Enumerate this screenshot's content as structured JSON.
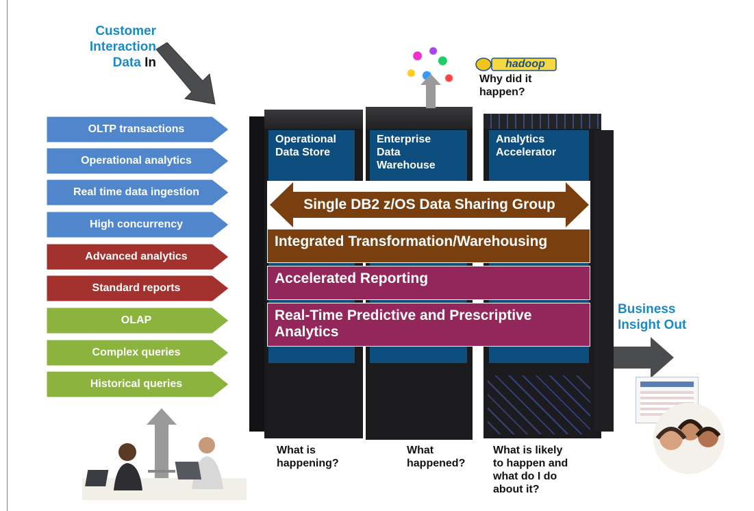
{
  "top_left": {
    "line1": "Customer",
    "line2": "Interaction",
    "line3_blue": "Data",
    "line3_black": "In"
  },
  "workloads": [
    {
      "label": "OLTP transactions",
      "color": "#4f86cc"
    },
    {
      "label": "Operational  analytics",
      "color": "#4f86cc"
    },
    {
      "label": "Real time data ingestion",
      "color": "#4f86cc"
    },
    {
      "label": "High concurrency",
      "color": "#4f86cc"
    },
    {
      "label": "Advanced analytics",
      "color": "#a3322e"
    },
    {
      "label": "Standard reports",
      "color": "#a3322e"
    },
    {
      "label": "OLAP",
      "color": "#8cb33d"
    },
    {
      "label": "Complex queries",
      "color": "#8cb33d"
    },
    {
      "label": "Historical queries",
      "color": "#8cb33d"
    }
  ],
  "hadoop": {
    "logo": "hadoop",
    "caption_l1": "Why did it",
    "caption_l2": "happen?"
  },
  "panels": {
    "ods": {
      "l1": "Operational",
      "l2": "Data Store"
    },
    "edw": {
      "l1": "Enterprise",
      "l2": "Data",
      "l3": "Warehouse"
    },
    "aa": {
      "l1": "Analytics",
      "l2": "Accelerator"
    }
  },
  "bands": {
    "sharing": "Single DB2 z/OS Data Sharing Group",
    "transform": "Integrated Transformation/Warehousing",
    "reporting": "Accelerated Reporting",
    "predictive_l1": "Real-Time Predictive and Prescriptive",
    "predictive_l2": "Analytics"
  },
  "questions": {
    "q1": {
      "l1": "What is",
      "l2": "happening?"
    },
    "q2": {
      "l1": "What",
      "l2": "happened?"
    },
    "q3": {
      "l1": "What is likely",
      "l2": "to happen and",
      "l3": "what do I do",
      "l4": "about it?"
    }
  },
  "right": {
    "l1": "Business",
    "l2": "Insight Out"
  },
  "colors": {
    "accent_blue": "#1a8ac6",
    "panel_blue": "#0e4e7f",
    "brown": "#7a3f0e",
    "magenta": "#93265a"
  }
}
